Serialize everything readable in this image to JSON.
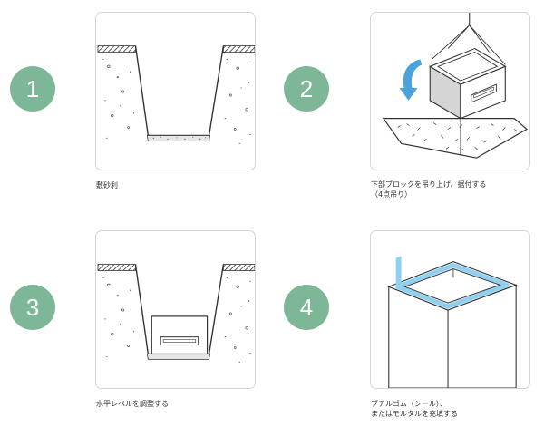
{
  "steps": [
    {
      "number": "1",
      "caption_lines": [
        "敷砂利"
      ],
      "illustration": "trench-gravel-base"
    },
    {
      "number": "2",
      "caption_lines": [
        "下部ブロックを吊り上げ、据付する",
        "（4点吊り）"
      ],
      "illustration": "crane-lifting-block"
    },
    {
      "number": "3",
      "caption_lines": [
        "水平レベルを調整する"
      ],
      "illustration": "block-in-trench"
    },
    {
      "number": "4",
      "caption_lines": [
        "ブチルゴム（シール）、",
        "またはモルタルを充填する"
      ],
      "illustration": "seal-on-block-top"
    }
  ],
  "colors": {
    "badge": "#7db797",
    "arrow": "#4aa3dd",
    "seal": "#8fd0ef",
    "block_side": "#d5d5d5",
    "line": "#333333"
  }
}
